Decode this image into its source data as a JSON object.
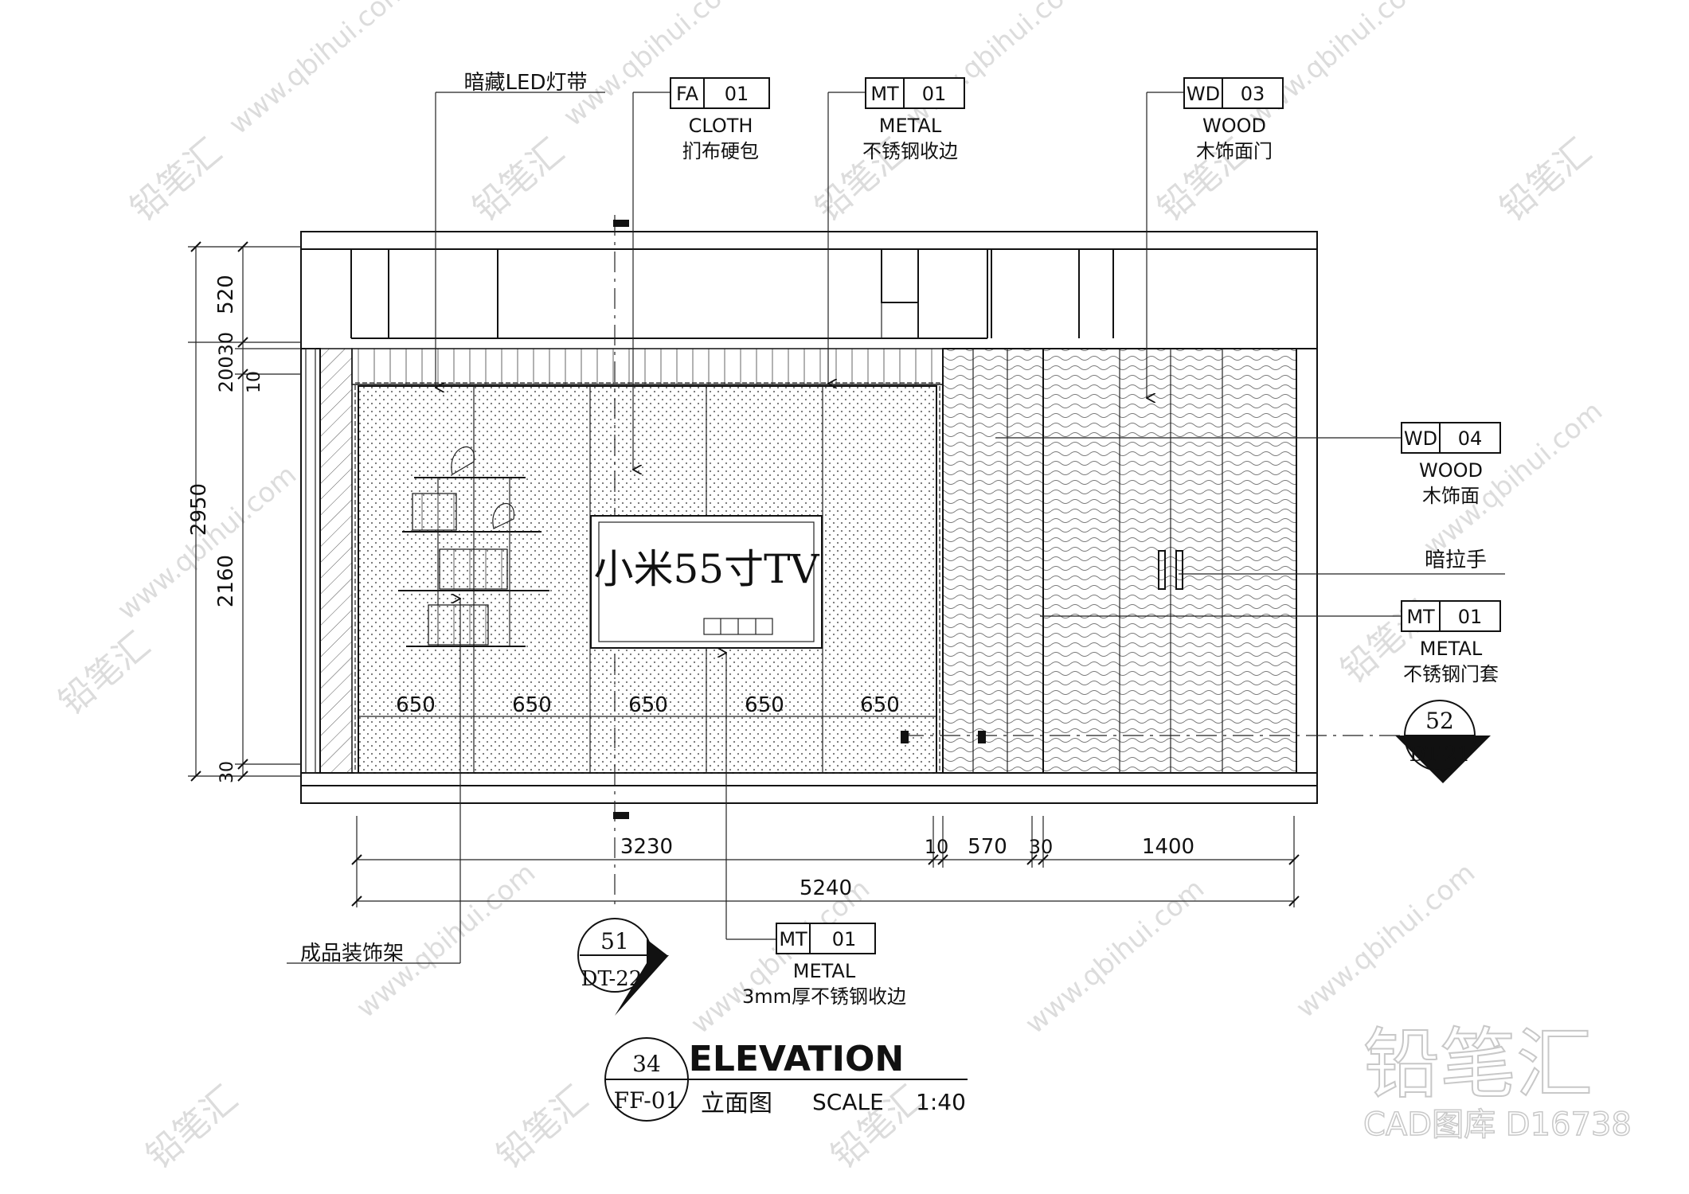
{
  "annotations": {
    "led_strip": "暗藏LED灯带",
    "decor_shelf": "成品装饰架",
    "hidden_handle": "暗拉手",
    "tv_label": "小米55寸TV"
  },
  "material_tags": {
    "fa01": {
      "code": "FA",
      "num": "01",
      "material": "CLOTH",
      "desc": "扪布硬包"
    },
    "mt01a": {
      "code": "MT",
      "num": "01",
      "material": "METAL",
      "desc": "不锈钢收边"
    },
    "wd03": {
      "code": "WD",
      "num": "03",
      "material": "WOOD",
      "desc": "木饰面门"
    },
    "wd04": {
      "code": "WD",
      "num": "04",
      "material": "WOOD",
      "desc": "木饰面"
    },
    "mt01b": {
      "code": "MT",
      "num": "01",
      "material": "METAL",
      "desc": "不锈钢门套"
    },
    "mt01c": {
      "code": "MT",
      "num": "01",
      "material": "METAL",
      "desc": "3mm厚不锈钢收边"
    }
  },
  "dimensions": {
    "vertical": {
      "total": "2950",
      "top": "520",
      "band": "20030",
      "small": "10",
      "main": "2160",
      "bottom": "30"
    },
    "panels": [
      "650",
      "650",
      "650",
      "650",
      "650"
    ],
    "horizontal_row1": {
      "left": "3230",
      "d10": "10",
      "d570": "570",
      "d30": "30",
      "d1400": "1400"
    },
    "overall": "5240"
  },
  "section_markers": {
    "s51": {
      "num": "51",
      "ref": "DT-22"
    },
    "s52": {
      "num": "52",
      "ref": "DT-21"
    }
  },
  "title_block": {
    "num": "34",
    "sheet": "FF-01",
    "title": "ELEVATION",
    "subtitle": "立面图",
    "scale_label": "SCALE",
    "scale": "1:40"
  },
  "watermark": {
    "logo": "铅笔汇",
    "catalog": "CAD图库 D16738",
    "site": "www.qbihui.com"
  },
  "colors": {
    "line": "#111111",
    "fabric_dots": "#6f6f6f",
    "wood_grain": "#7a7a7a",
    "watermark": "#d9d9d9"
  }
}
